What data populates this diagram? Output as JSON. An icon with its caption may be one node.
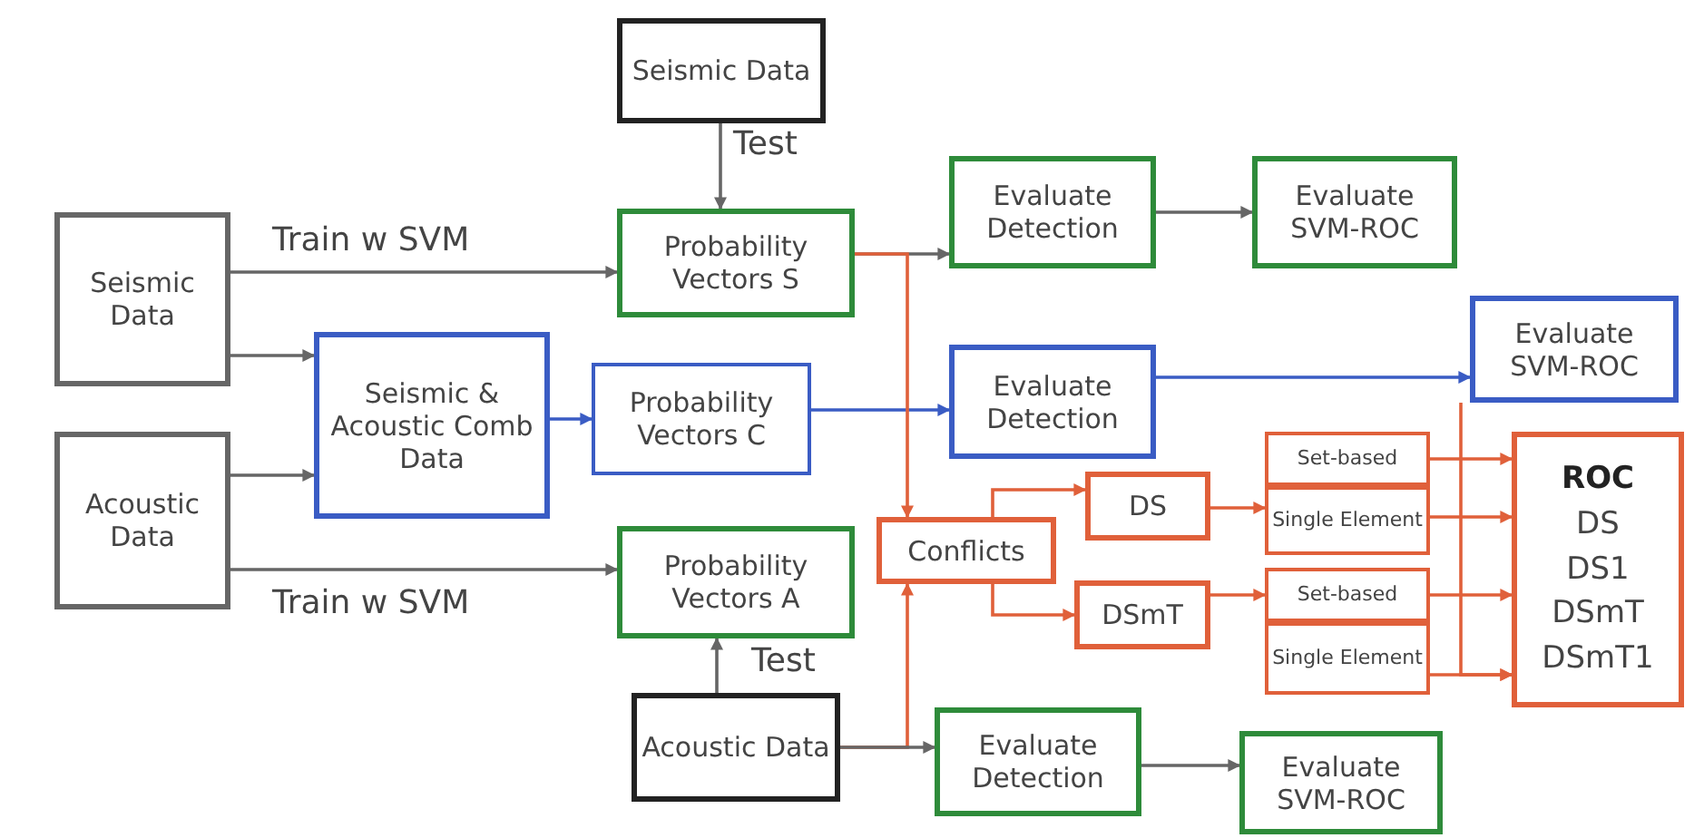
{
  "diagram": {
    "nodes": [
      {
        "text": [
          "Seismic Data"
        ]
      },
      {
        "text": [
          "Seismic Data"
        ]
      },
      {
        "text": [
          "Acoustic Data"
        ]
      },
      {
        "text": [
          "Seismic & Acoustic Comb Data"
        ]
      },
      {
        "text": [
          "Probability Vectors S"
        ]
      },
      {
        "text": [
          "Probability Vectors C"
        ]
      },
      {
        "text": [
          "Probability Vectors A"
        ]
      },
      {
        "text": [
          "Acoustic Data"
        ]
      },
      {
        "text": [
          "Evaluate Detection"
        ]
      },
      {
        "text": [
          "Evaluate SVM-ROC"
        ]
      },
      {
        "text": [
          "Evaluate Detection"
        ]
      },
      {
        "text": [
          "Evaluate SVM-ROC"
        ]
      },
      {
        "text": [
          "Conflicts"
        ]
      },
      {
        "text": [
          "DS"
        ]
      },
      {
        "text": [
          "DSmT"
        ]
      },
      {
        "text": [
          "Set-based"
        ]
      },
      {
        "text": [
          "Single Element"
        ]
      },
      {
        "text": [
          "Set-based"
        ]
      },
      {
        "text": [
          "Single Element"
        ]
      },
      {
        "text": [
          "ROC",
          "DS",
          "DS1",
          "DSmT",
          "DSmT1"
        ]
      },
      {
        "text": [
          "Evaluate Detection"
        ]
      },
      {
        "text": [
          "Evaluate SVM-ROC"
        ]
      }
    ],
    "edges": [
      {
        "from": 0,
        "to": 4,
        "arrow": "to",
        "label": "Test",
        "color": "#666666"
      },
      {
        "from": 1,
        "to": 4,
        "arrow": "to",
        "label": "Train w SVM",
        "color": "#666666"
      },
      {
        "from": 1,
        "to": 3,
        "arrow": "to",
        "color": "#666666"
      },
      {
        "from": 2,
        "to": 3,
        "arrow": "to",
        "color": "#666666"
      },
      {
        "from": 2,
        "to": 6,
        "arrow": "to",
        "label": "Train w SVM",
        "color": "#666666"
      },
      {
        "from": 7,
        "to": 6,
        "arrow": "to",
        "label": "Test",
        "color": "#666666"
      },
      {
        "from": 3,
        "to": 5,
        "arrow": "to",
        "color": "#3a5cc4"
      },
      {
        "from": 4,
        "to": 8,
        "arrow": "to",
        "color": "#666666"
      },
      {
        "from": 8,
        "to": 9,
        "arrow": "to",
        "color": "#666666"
      },
      {
        "from": 5,
        "to": 10,
        "arrow": "to",
        "color": "#3a5cc4"
      },
      {
        "from": 10,
        "to": 11,
        "arrow": "to",
        "color": "#3a5cc4"
      },
      {
        "from": 4,
        "to": 12,
        "arrow": "to"
      },
      {
        "from": 7,
        "to": 12,
        "arrow": "to"
      },
      {
        "from": 12,
        "to": 13,
        "arrow": "to"
      },
      {
        "from": 12,
        "to": 14,
        "arrow": "to"
      },
      {
        "from": 13,
        "to": 16,
        "arrow": "to"
      },
      {
        "from": 14,
        "to": 17,
        "arrow": "to"
      },
      {
        "from": 15,
        "to": 19,
        "arrow": "to"
      },
      {
        "from": 16,
        "to": 19,
        "arrow": "to"
      },
      {
        "from": 17,
        "to": 19,
        "arrow": "to"
      },
      {
        "from": 18,
        "to": 19,
        "arrow": "to"
      },
      {
        "from": 11,
        "to": 19,
        "arrow": "to"
      },
      {
        "from": 7,
        "to": 20,
        "arrow": "to",
        "color": "#666666"
      },
      {
        "from": 20,
        "to": 21,
        "arrow": "to",
        "color": "#666666"
      }
    ]
  }
}
